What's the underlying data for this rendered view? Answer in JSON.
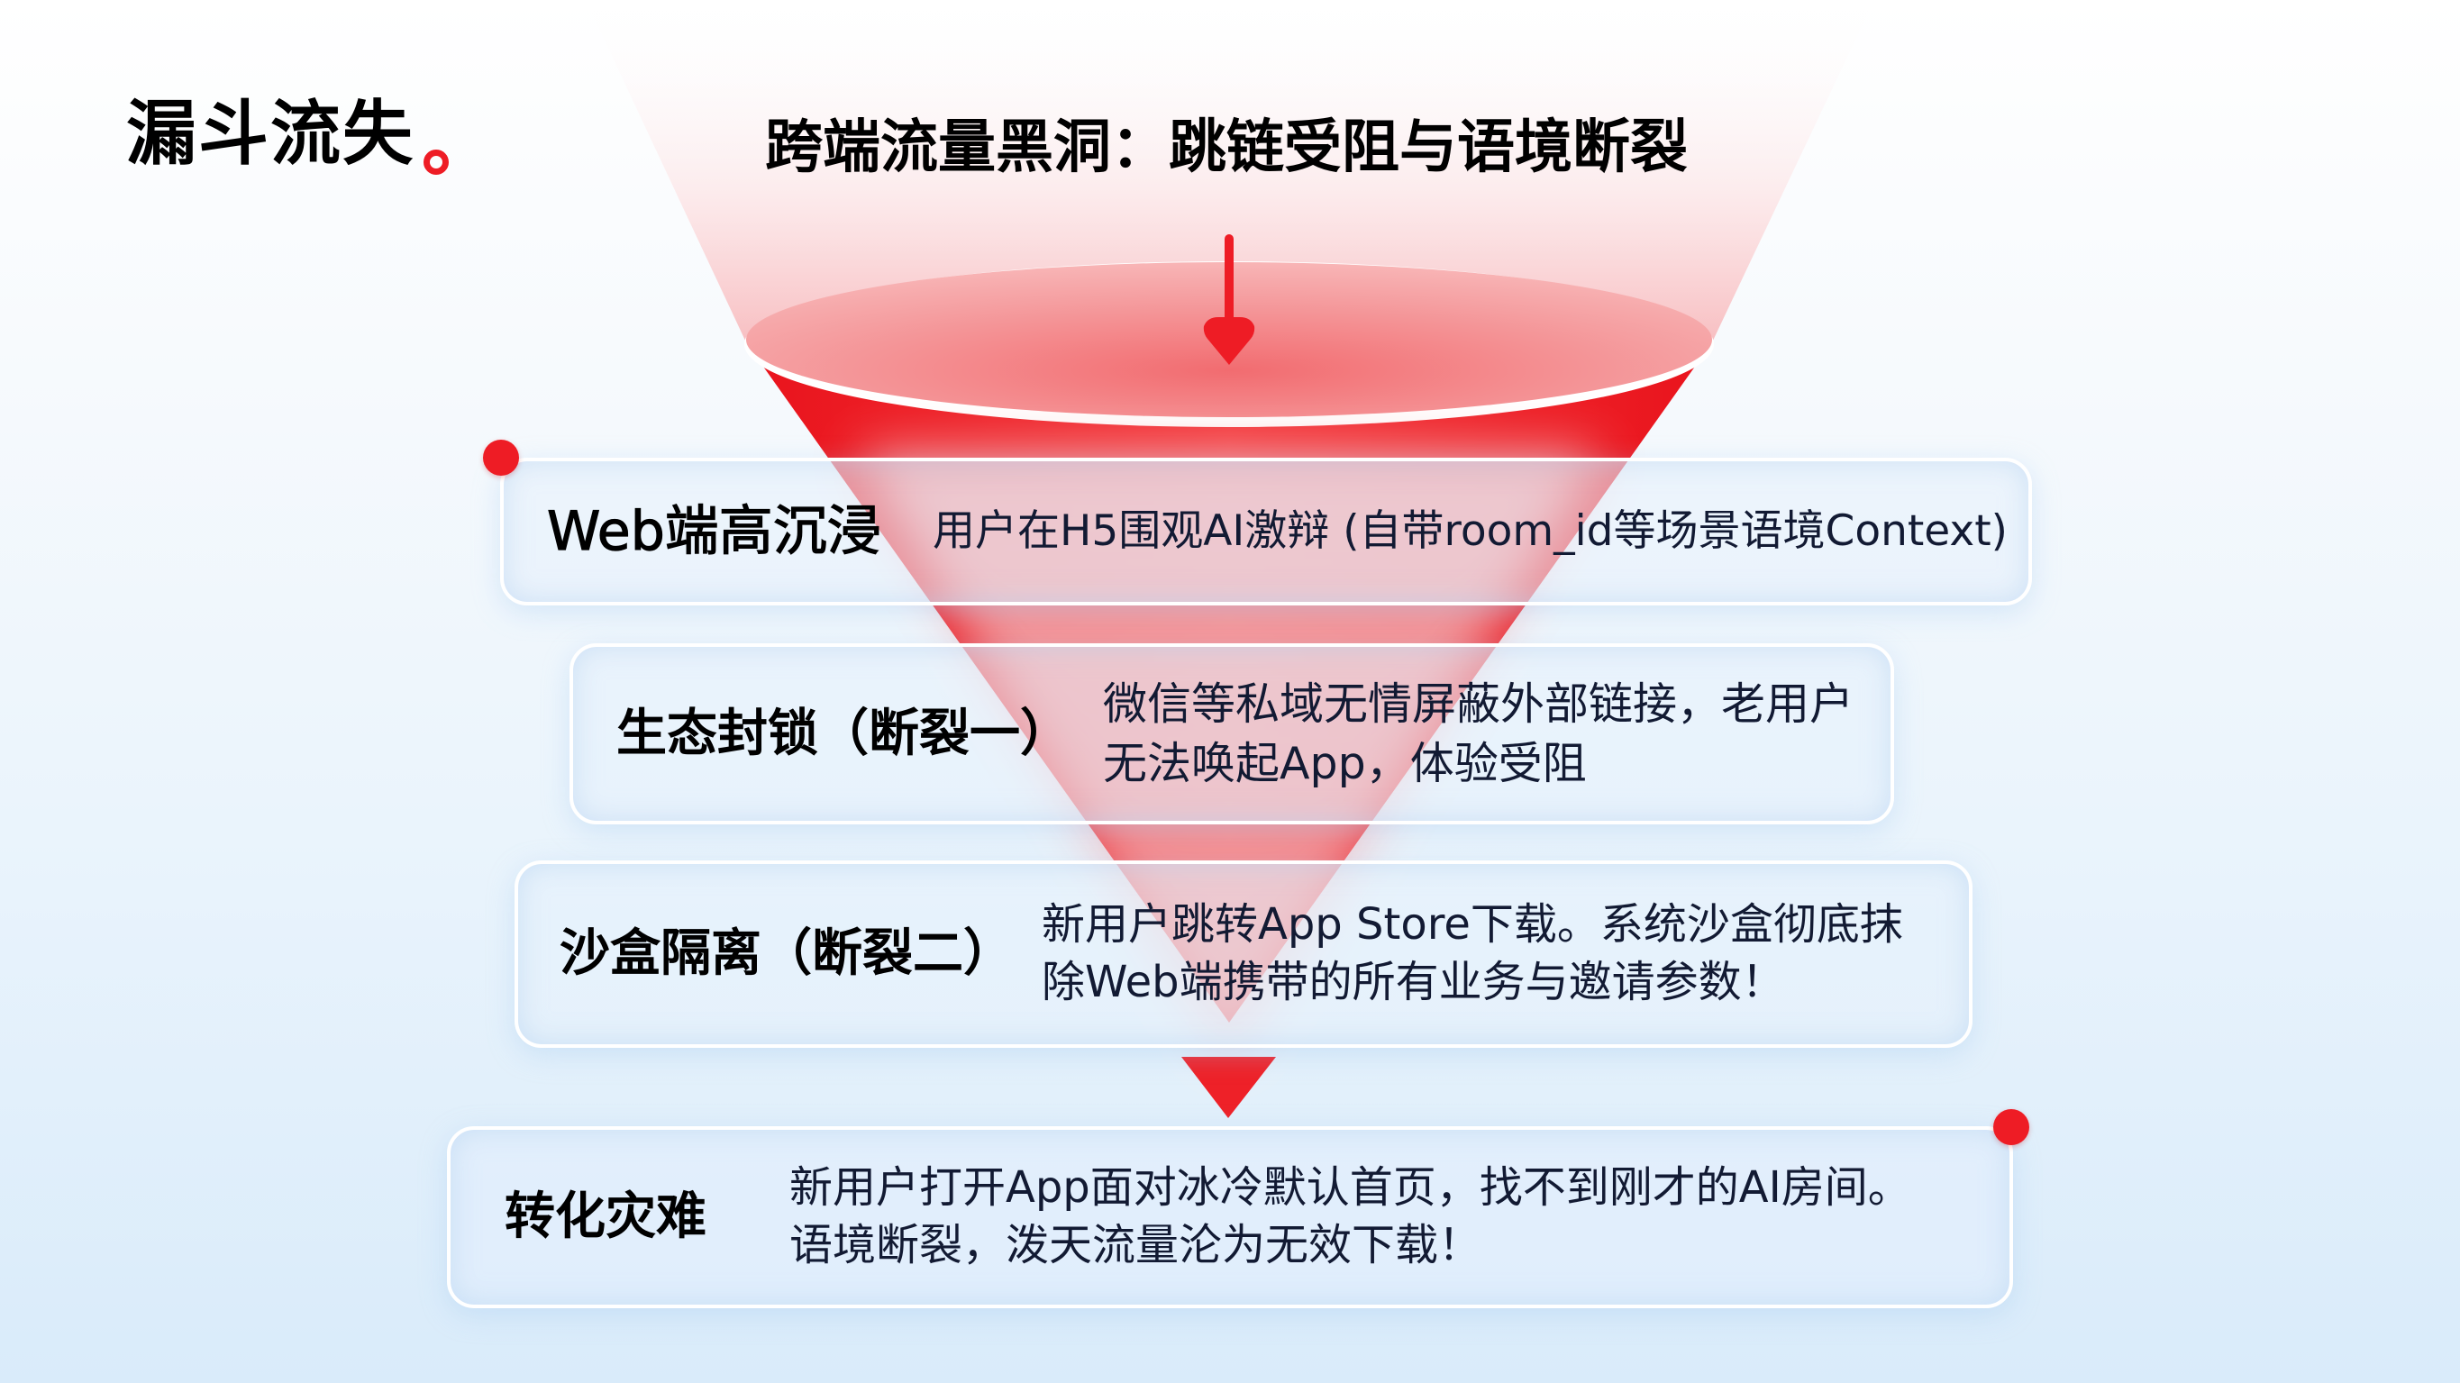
{
  "header": {
    "page_title": "漏斗流失",
    "funnel_title": "跨端流量黑洞：跳链受阻与语境断裂"
  },
  "colors": {
    "accent_red": "#ee1c25",
    "funnel_red": "#f02a2f",
    "card_border": "#ffffff",
    "background_bottom": "#d9ebfa"
  },
  "stages": [
    {
      "label": "Web端高沉浸",
      "description": "用户在H5围观AI激辩 (自带room_id等场景语境Context)"
    },
    {
      "label": "生态封锁（断裂一）",
      "description": "微信等私域无情屏蔽外部链接，老用户\n无法唤起App，体验受阻"
    },
    {
      "label": "沙盒隔离（断裂二）",
      "description": "新用户跳转App Store下载。系统沙盒彻底抹\n除Web端携带的所有业务与邀请参数！"
    },
    {
      "label": "转化灾难",
      "description": "新用户打开App面对冰冷默认首页，找不到刚才的AI房间。\n语境断裂，泼天流量沦为无效下载！"
    }
  ],
  "icons": {
    "funnel_entry_arrow": "arrow-down-icon",
    "stage_transition": "triangle-down-icon",
    "title_marker": "ring-icon"
  }
}
